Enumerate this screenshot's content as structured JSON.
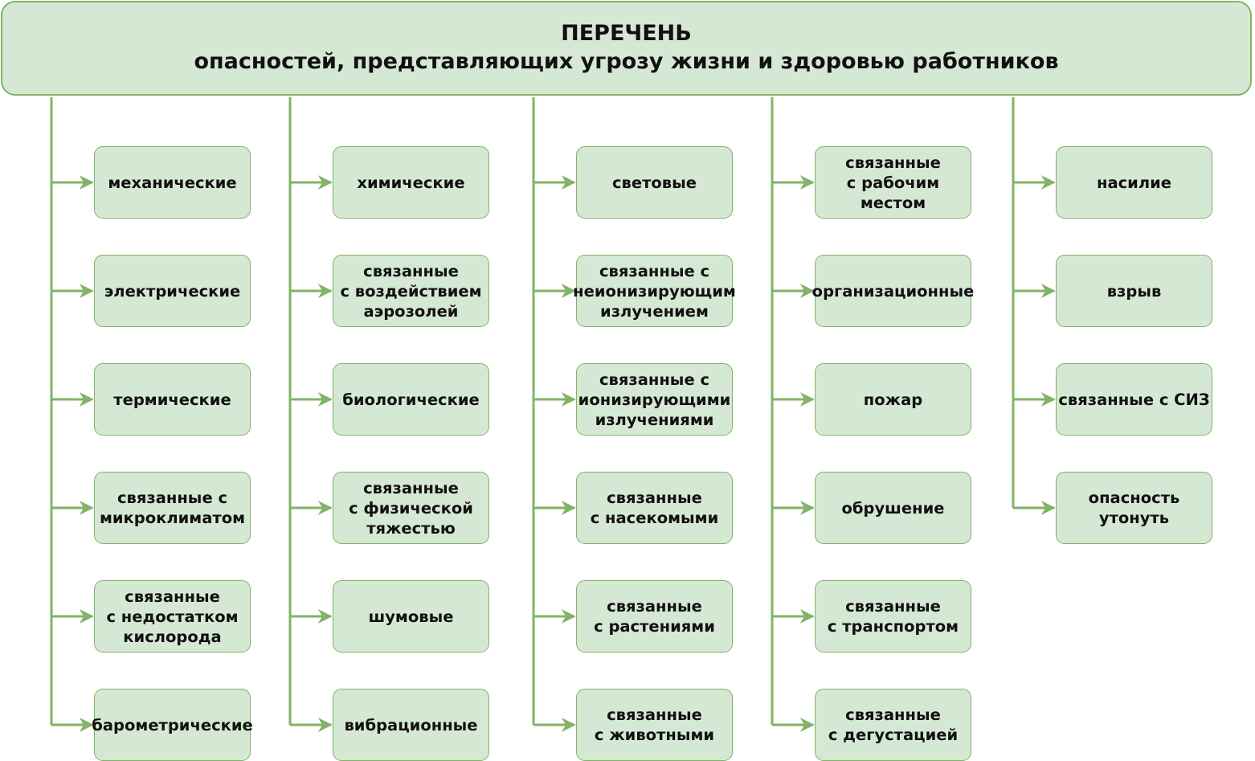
{
  "header": {
    "title": "ПЕРЕЧЕНЬ",
    "subtitle": "опасностей, представляющих угрозу жизни и здоровью работников"
  },
  "columns": [
    {
      "items": [
        "механические",
        "электрические",
        "термические",
        "связанные с\nмикроклиматом",
        "связанные\nс недостатком\nкислорода",
        "барометрические"
      ]
    },
    {
      "items": [
        "химические",
        "связанные\nс воздействием\nаэрозолей",
        "биологические",
        "связанные\nс физической\nтяжестью",
        "шумовые",
        "вибрационные"
      ]
    },
    {
      "items": [
        "световые",
        "связанные с\nнеионизирующим\nизлучением",
        "связанные с\nионизирующими\nизлучениями",
        "связанные\nс насекомыми",
        "связанные\nс растениями",
        "связанные\nс животными"
      ]
    },
    {
      "items": [
        "связанные\nс рабочим\nместом",
        "организационные",
        "пожар",
        "обрушение",
        "связанные\nс транспортом",
        "связанные\nс дегустацией"
      ]
    },
    {
      "items": [
        "насилие",
        "взрыв",
        "связанные с СИЗ",
        "опасность\nутонуть"
      ]
    }
  ],
  "colors": {
    "box_fill": "#d5e8d4",
    "box_border": "#82b366",
    "connector": "#82b366",
    "text": "#111111"
  }
}
